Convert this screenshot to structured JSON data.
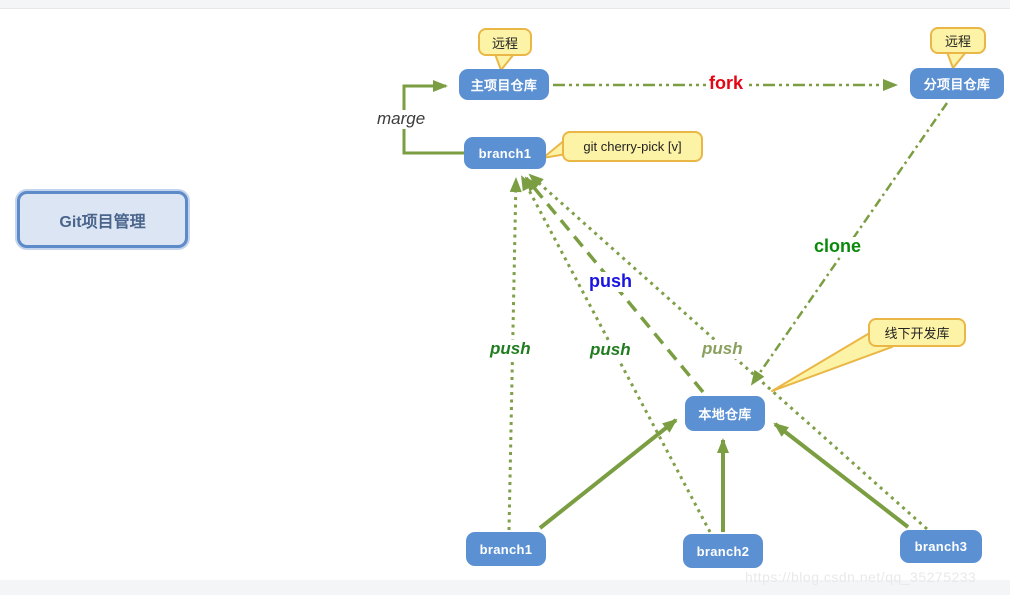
{
  "diagram": {
    "title": "Git项目管理",
    "nodes": [
      {
        "id": "main-repo",
        "label": "主项目仓库"
      },
      {
        "id": "fork-repo",
        "label": "分项目仓库"
      },
      {
        "id": "branch1-top",
        "label": "branch1"
      },
      {
        "id": "local-repo",
        "label": "本地仓库"
      },
      {
        "id": "branch1-bottom",
        "label": "branch1"
      },
      {
        "id": "branch2",
        "label": "branch2"
      },
      {
        "id": "branch3",
        "label": "branch3"
      }
    ],
    "callouts": [
      {
        "id": "remote-main",
        "label": "远程"
      },
      {
        "id": "remote-fork",
        "label": "远程"
      },
      {
        "id": "cherry-pick",
        "label": "git cherry-pick [v]"
      },
      {
        "id": "offline-dev",
        "label": "线下开发库"
      }
    ],
    "edges": [
      {
        "label": "marge",
        "from": "branch1-top",
        "to": "main-repo",
        "style": "solid-elbow"
      },
      {
        "label": "fork",
        "from": "main-repo",
        "to": "fork-repo",
        "style": "dash-dot"
      },
      {
        "label": "clone",
        "from": "fork-repo",
        "to": "local-repo",
        "style": "dash-dot"
      },
      {
        "label": "push",
        "from": "local-repo",
        "to": "branch1-top",
        "style": "dashed"
      },
      {
        "label": "push",
        "from": "branch1-bottom",
        "to": "branch1-top",
        "style": "dotted"
      },
      {
        "label": "push",
        "from": "branch2",
        "to": "branch1-top",
        "style": "dotted"
      },
      {
        "label": "push",
        "from": "branch3",
        "to": "branch1-top",
        "style": "dotted"
      },
      {
        "label": "",
        "from": "branch1-bottom",
        "to": "local-repo",
        "style": "solid"
      },
      {
        "label": "",
        "from": "branch2",
        "to": "local-repo",
        "style": "solid"
      },
      {
        "label": "",
        "from": "branch3",
        "to": "local-repo",
        "style": "solid"
      }
    ]
  },
  "colors": {
    "node_fill": "#5b90d2",
    "node_text": "#ffffff",
    "callout_fill": "#fdf3a6",
    "callout_border": "#eab747",
    "line_green": "#7a9e41",
    "fork_red": "#e30613",
    "clone_green": "#0a8a0a",
    "push_blue": "#1a14e0",
    "push_green": "#1f7d1f",
    "push_olive": "#8aa05e",
    "title_fill": "#dbe5f3",
    "title_border": "#5d8ac8",
    "title_text": "#4a648c"
  },
  "page": {
    "watermark": "https://blog.csdn.net/qq_35275233"
  }
}
